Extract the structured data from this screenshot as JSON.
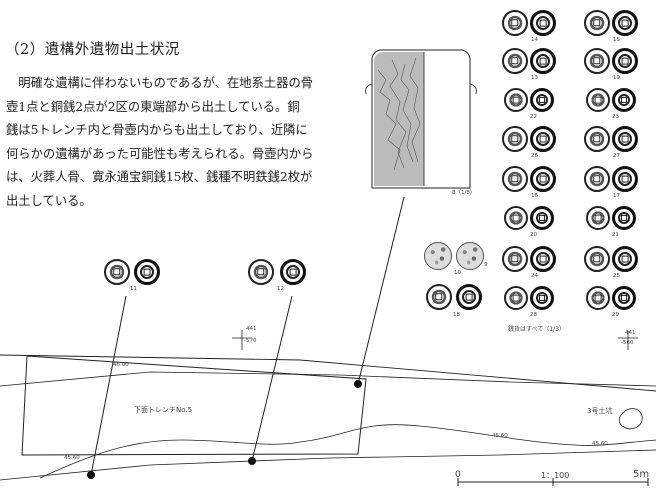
{
  "heading": "（2）遺構外遺物出土状況",
  "paragraph_lines": [
    "　明確な遺構に伴わないものであるが、在地系土器の骨",
    "壺1点と銅銭2点が2区の東端部から出土している。銅",
    "銭は5トレンチ内と骨壺内からも出土しており、近隣に",
    "何らかの遺構があった可能性も考えられる。骨壺内から",
    "は、火葬人骨、寛永通宝銅銭15枚、銭種不明鉄銭2枚が",
    "出土している。"
  ],
  "coin_labels": {
    "c14": "14",
    "c15": "15",
    "c13": "13",
    "c19": "19",
    "c22": "22",
    "c23": "23",
    "c26": "26",
    "c27": "27",
    "c16": "16",
    "c17": "17",
    "c20": "20",
    "c21": "21",
    "c24": "24",
    "c25": "25",
    "c28": "28",
    "c29": "29",
    "c10": "10",
    "c9": "9",
    "c18": "18",
    "c11": "11",
    "c12": "12"
  },
  "urn_label": "8（1/8）",
  "coins_scale_note": "銭貨はすべて（1/3）",
  "grid_left": {
    "top": "441",
    "bottom": "-570"
  },
  "grid_right": {
    "top": "441",
    "bottom": "-560"
  },
  "trench_label": "下面トレンチNo.5",
  "pit_label": "3号土坑",
  "contours": {
    "top": "46.00",
    "left_bottom": "45.60",
    "mid": "45.60",
    "right": "45.60"
  },
  "scale_bar": {
    "zero": "0",
    "ratio": "1：100",
    "max": "5m"
  }
}
